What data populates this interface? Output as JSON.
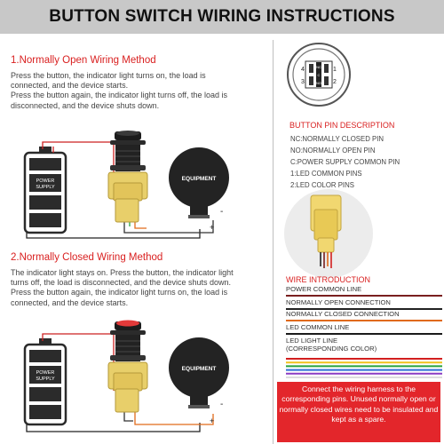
{
  "title": "BUTTON SWITCH WIRING INSTRUCTIONS",
  "normally_open": {
    "heading": "1.Normally Open Wiring Method",
    "lines": [
      "Press the button, the indicator light turns on, the load is",
      "connected, and the device starts.",
      "Press the button again, the indicator light turns off, the load is",
      "disconnected, and the device shuts down."
    ]
  },
  "normally_closed": {
    "heading": "2.Normally Closed Wiring Method",
    "lines": [
      "The indicator light stays on. Press the button, the indicator light",
      "turns off, the load is disconnected, and the device shuts down.",
      "Press the button again, the indicator light turns on, the load is",
      "connected, and the device starts."
    ]
  },
  "diagram": {
    "power_supply_label_1": "POWER",
    "power_supply_label_2": "SUPPLY",
    "equipment_label": "EQUIPMENT",
    "plus": "+",
    "minus": "-"
  },
  "pin_face": {
    "pins": [
      "1",
      "2",
      "3",
      "4"
    ],
    "nc": "NC",
    "c": "C",
    "no": "NO"
  },
  "pin_description": {
    "heading": "BUTTON PIN DESCRIPTION",
    "items": [
      "NC:NORMALLY CLOSED PIN",
      "NO:NORMALLY OPEN PIN",
      "C:POWER SUPPLY COMMON PIN",
      "1:LED COMMON PINS",
      "2:LED COLOR PINS"
    ]
  },
  "wire_intro": {
    "heading": "WIRE INTRODUCTION",
    "rows": [
      {
        "label": "POWER COMMON LINE",
        "color": "#7a1f1f"
      },
      {
        "label": "NORMALLY OPEN CONNECTION",
        "color": "#222222"
      },
      {
        "label": "NORMALLY CLOSED CONNECTION",
        "color": "#e06a1a"
      },
      {
        "label": "LED COMMON LINE",
        "color": "#1a1a1a"
      }
    ],
    "led_light_line_1": "LED LIGHT LINE",
    "led_light_line_2": "(CORRESPONDING COLOR)",
    "led_colors": [
      "#d21f1f",
      "#f2c11a",
      "#27a33b",
      "#2f6fd6",
      "#8a3bc4",
      "#dddddd"
    ]
  },
  "notice": "Connect the wiring harness to the corresponding pins. Unused normally open or normally closed wires need to be insulated and kept as a spare."
}
